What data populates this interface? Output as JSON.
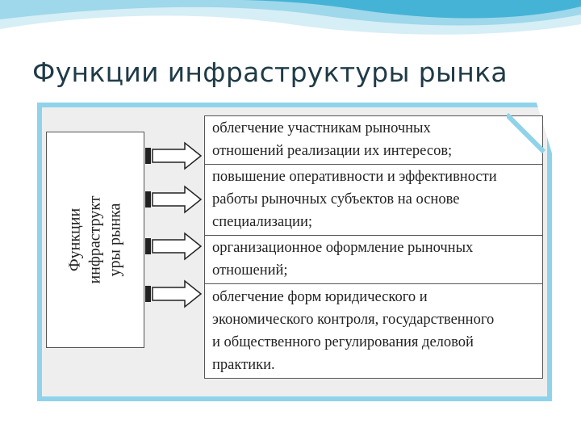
{
  "title": "Функции инфраструктуры рынка",
  "left_block": {
    "lines": [
      "Функции",
      "инфраструкт",
      "уры рынка"
    ]
  },
  "functions": [
    {
      "lines": [
        "облегчение участникам рыночных",
        "отношений реализации их интересов;"
      ]
    },
    {
      "lines": [
        "повышение оперативности и эффективности",
        "работы рыночных субъектов на основе",
        "специализации;"
      ]
    },
    {
      "lines": [
        "организационное оформление рыночных",
        "отношений;"
      ]
    },
    {
      "lines": [
        "облегчение форм юридического и",
        "экономического контроля, государственного",
        "и общественного регулирования деловой",
        "практики."
      ]
    }
  ],
  "colors": {
    "frame_border": "#8fd3ea",
    "frame_fill": "#eeeeee",
    "title_text": "#1f3b47",
    "wave_light": "#d6eef6",
    "wave_mid": "#9fd8ea",
    "wave_dark": "#45b3d6"
  },
  "icons": [
    "arrow-right-icon"
  ]
}
